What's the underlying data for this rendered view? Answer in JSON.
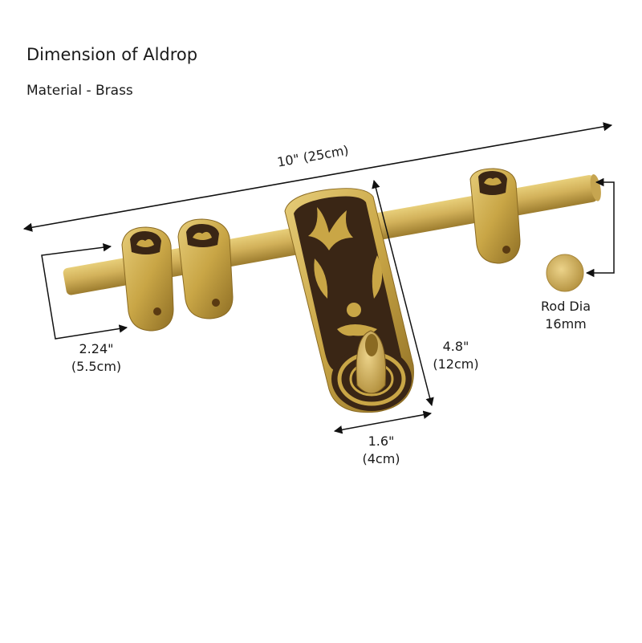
{
  "title": "Dimension of Aldrop",
  "subtitle": "Material - Brass",
  "dimensions": {
    "overall_length": "10\"  (25cm)",
    "bracket_width_in": "2.24\"",
    "bracket_width_cm": "(5.5cm)",
    "plate_height_in": "4.8\"",
    "plate_height_cm": "(12cm)",
    "plate_width_in": "1.6\"",
    "plate_width_cm": "(4cm)",
    "rod_dia_label": "Rod Dia",
    "rod_dia_value": "16mm"
  },
  "colors": {
    "brass": "#c9a646",
    "brass_dark": "#9a7a2a",
    "engraving": "#3a2615",
    "dimension_line": "#111111"
  }
}
